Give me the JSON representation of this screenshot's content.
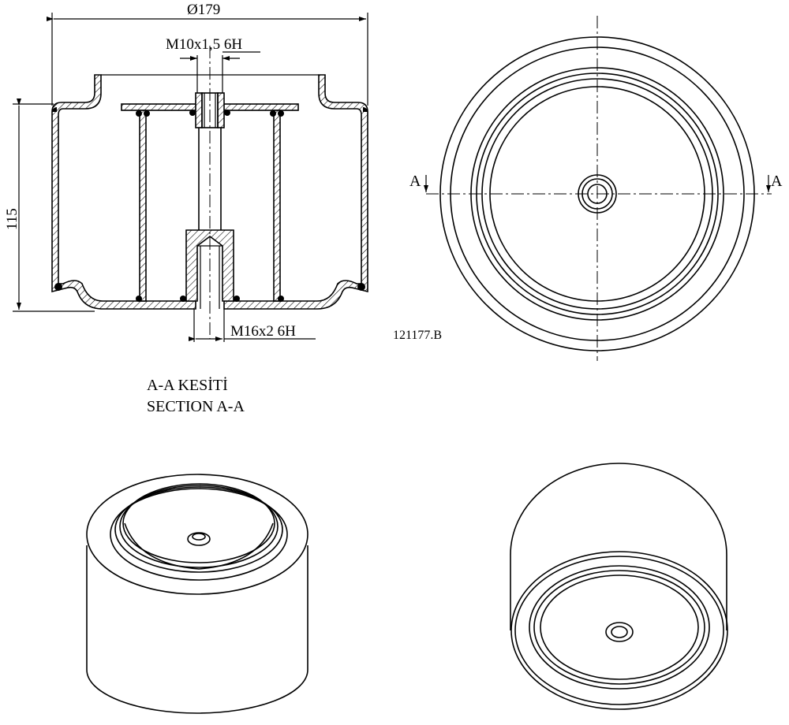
{
  "dimensions": {
    "diameter": "Ø179",
    "height": "115",
    "top_thread": "M10x1,5 6H",
    "bottom_thread": "M16x2 6H"
  },
  "section_marker": "A",
  "part_number": "121177.B",
  "section_title": {
    "line1": "A-A KESİTİ",
    "line2": "SECTION A-A"
  },
  "colors": {
    "line": "#000000",
    "background": "#ffffff"
  }
}
